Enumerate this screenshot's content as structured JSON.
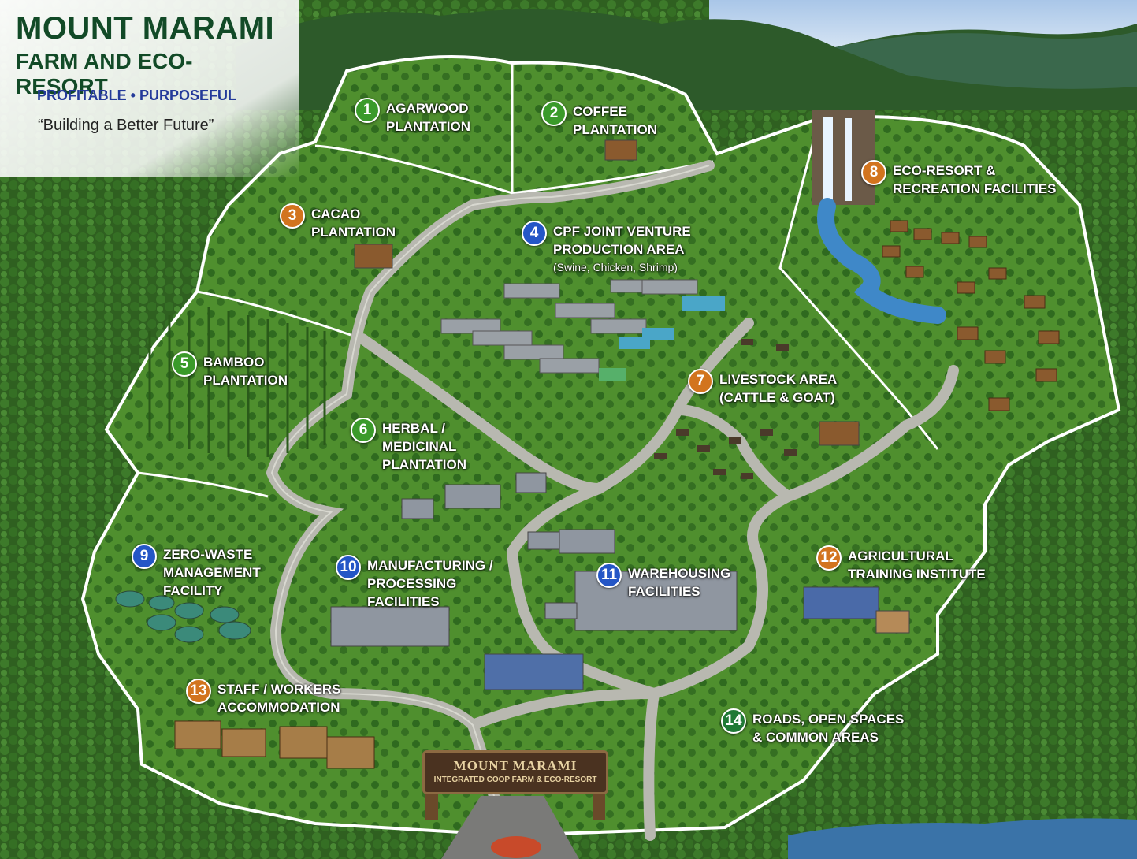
{
  "header": {
    "title": "MOUNT MARAMI",
    "subtitle": "FARM AND ECO-RESORT",
    "tagline": "PROFITABLE • PURPOSEFUL",
    "quote": "“Building a Better Future”"
  },
  "gate": {
    "title": "MOUNT MARAMI",
    "subtitle": "INTEGRATED COOP FARM & ECO-RESORT"
  },
  "zones": [
    {
      "number": "1",
      "lines": [
        "AGARWOOD",
        "PLANTATION"
      ],
      "color": "green"
    },
    {
      "number": "2",
      "lines": [
        "COFFEE",
        "PLANTATION"
      ],
      "color": "green"
    },
    {
      "number": "3",
      "lines": [
        "CACAO",
        "PLANTATION"
      ],
      "color": "orange"
    },
    {
      "number": "4",
      "lines": [
        "CPF JOINT VENTURE",
        "PRODUCTION AREA"
      ],
      "note": "(Swine, Chicken, Shrimp)",
      "color": "blue"
    },
    {
      "number": "5",
      "lines": [
        "BAMBOO",
        "PLANTATION"
      ],
      "color": "green"
    },
    {
      "number": "6",
      "lines": [
        "HERBAL /",
        "MEDICINAL",
        "PLANTATION"
      ],
      "color": "green"
    },
    {
      "number": "7",
      "lines": [
        "LIVESTOCK AREA",
        "(CATTLE & GOAT)"
      ],
      "color": "orange"
    },
    {
      "number": "8",
      "lines": [
        "ECO-RESORT &",
        "RECREATION FACILITIES"
      ],
      "color": "orange"
    },
    {
      "number": "9",
      "lines": [
        "ZERO-WASTE",
        "MANAGEMENT",
        "FACILITY"
      ],
      "color": "blue"
    },
    {
      "number": "10",
      "lines": [
        "MANUFACTURING /",
        "PROCESSING",
        "FACILITIES"
      ],
      "color": "blue"
    },
    {
      "number": "11",
      "lines": [
        "WAREHOUSING",
        "FACILITIES"
      ],
      "color": "blue"
    },
    {
      "number": "12",
      "lines": [
        "AGRICULTURAL",
        "TRAINING INSTITUTE"
      ],
      "color": "orange"
    },
    {
      "number": "13",
      "lines": [
        "STAFF / WORKERS",
        "ACCOMMODATION"
      ],
      "color": "orange"
    },
    {
      "number": "14",
      "lines": [
        "ROADS, OPEN SPACES",
        "& COMMON AREAS"
      ],
      "color": "dgreen"
    }
  ]
}
